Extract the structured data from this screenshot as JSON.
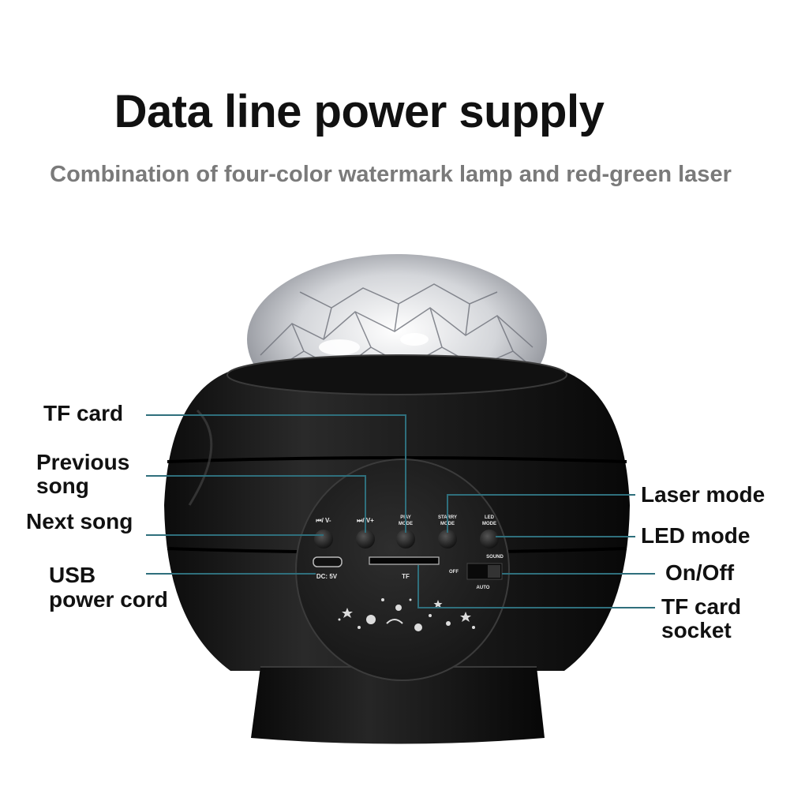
{
  "header": {
    "title": "Data line power supply",
    "subtitle": "Combination of four-color watermark lamp and red-green laser"
  },
  "callouts": {
    "tf_card": "TF card",
    "previous_song_line1": "Previous",
    "previous_song_line2": "song",
    "next_song": "Next song",
    "usb_line1": "USB",
    "usb_line2": "power cord",
    "laser_mode": "Laser mode",
    "led_mode": "LED mode",
    "on_off": "On/Off",
    "tf_socket_line1": "TF card",
    "tf_socket_line2": "socket"
  },
  "device_panel": {
    "btn_prev": "⏮/ V-",
    "btn_next": "⏭/ V+",
    "btn_play_1": "PlAY",
    "btn_play_2": "MODE",
    "btn_starry_1": "STARRY",
    "btn_starry_2": "MODE",
    "btn_led_1": "LED",
    "btn_led_2": "MODE",
    "sound": "SOUND",
    "off": "OFF",
    "auto": "AUTO",
    "dc": "DC: 5V",
    "tf": "TF"
  },
  "colors": {
    "callout_line": "#2f6f7c",
    "body": "#1a1a1a"
  }
}
